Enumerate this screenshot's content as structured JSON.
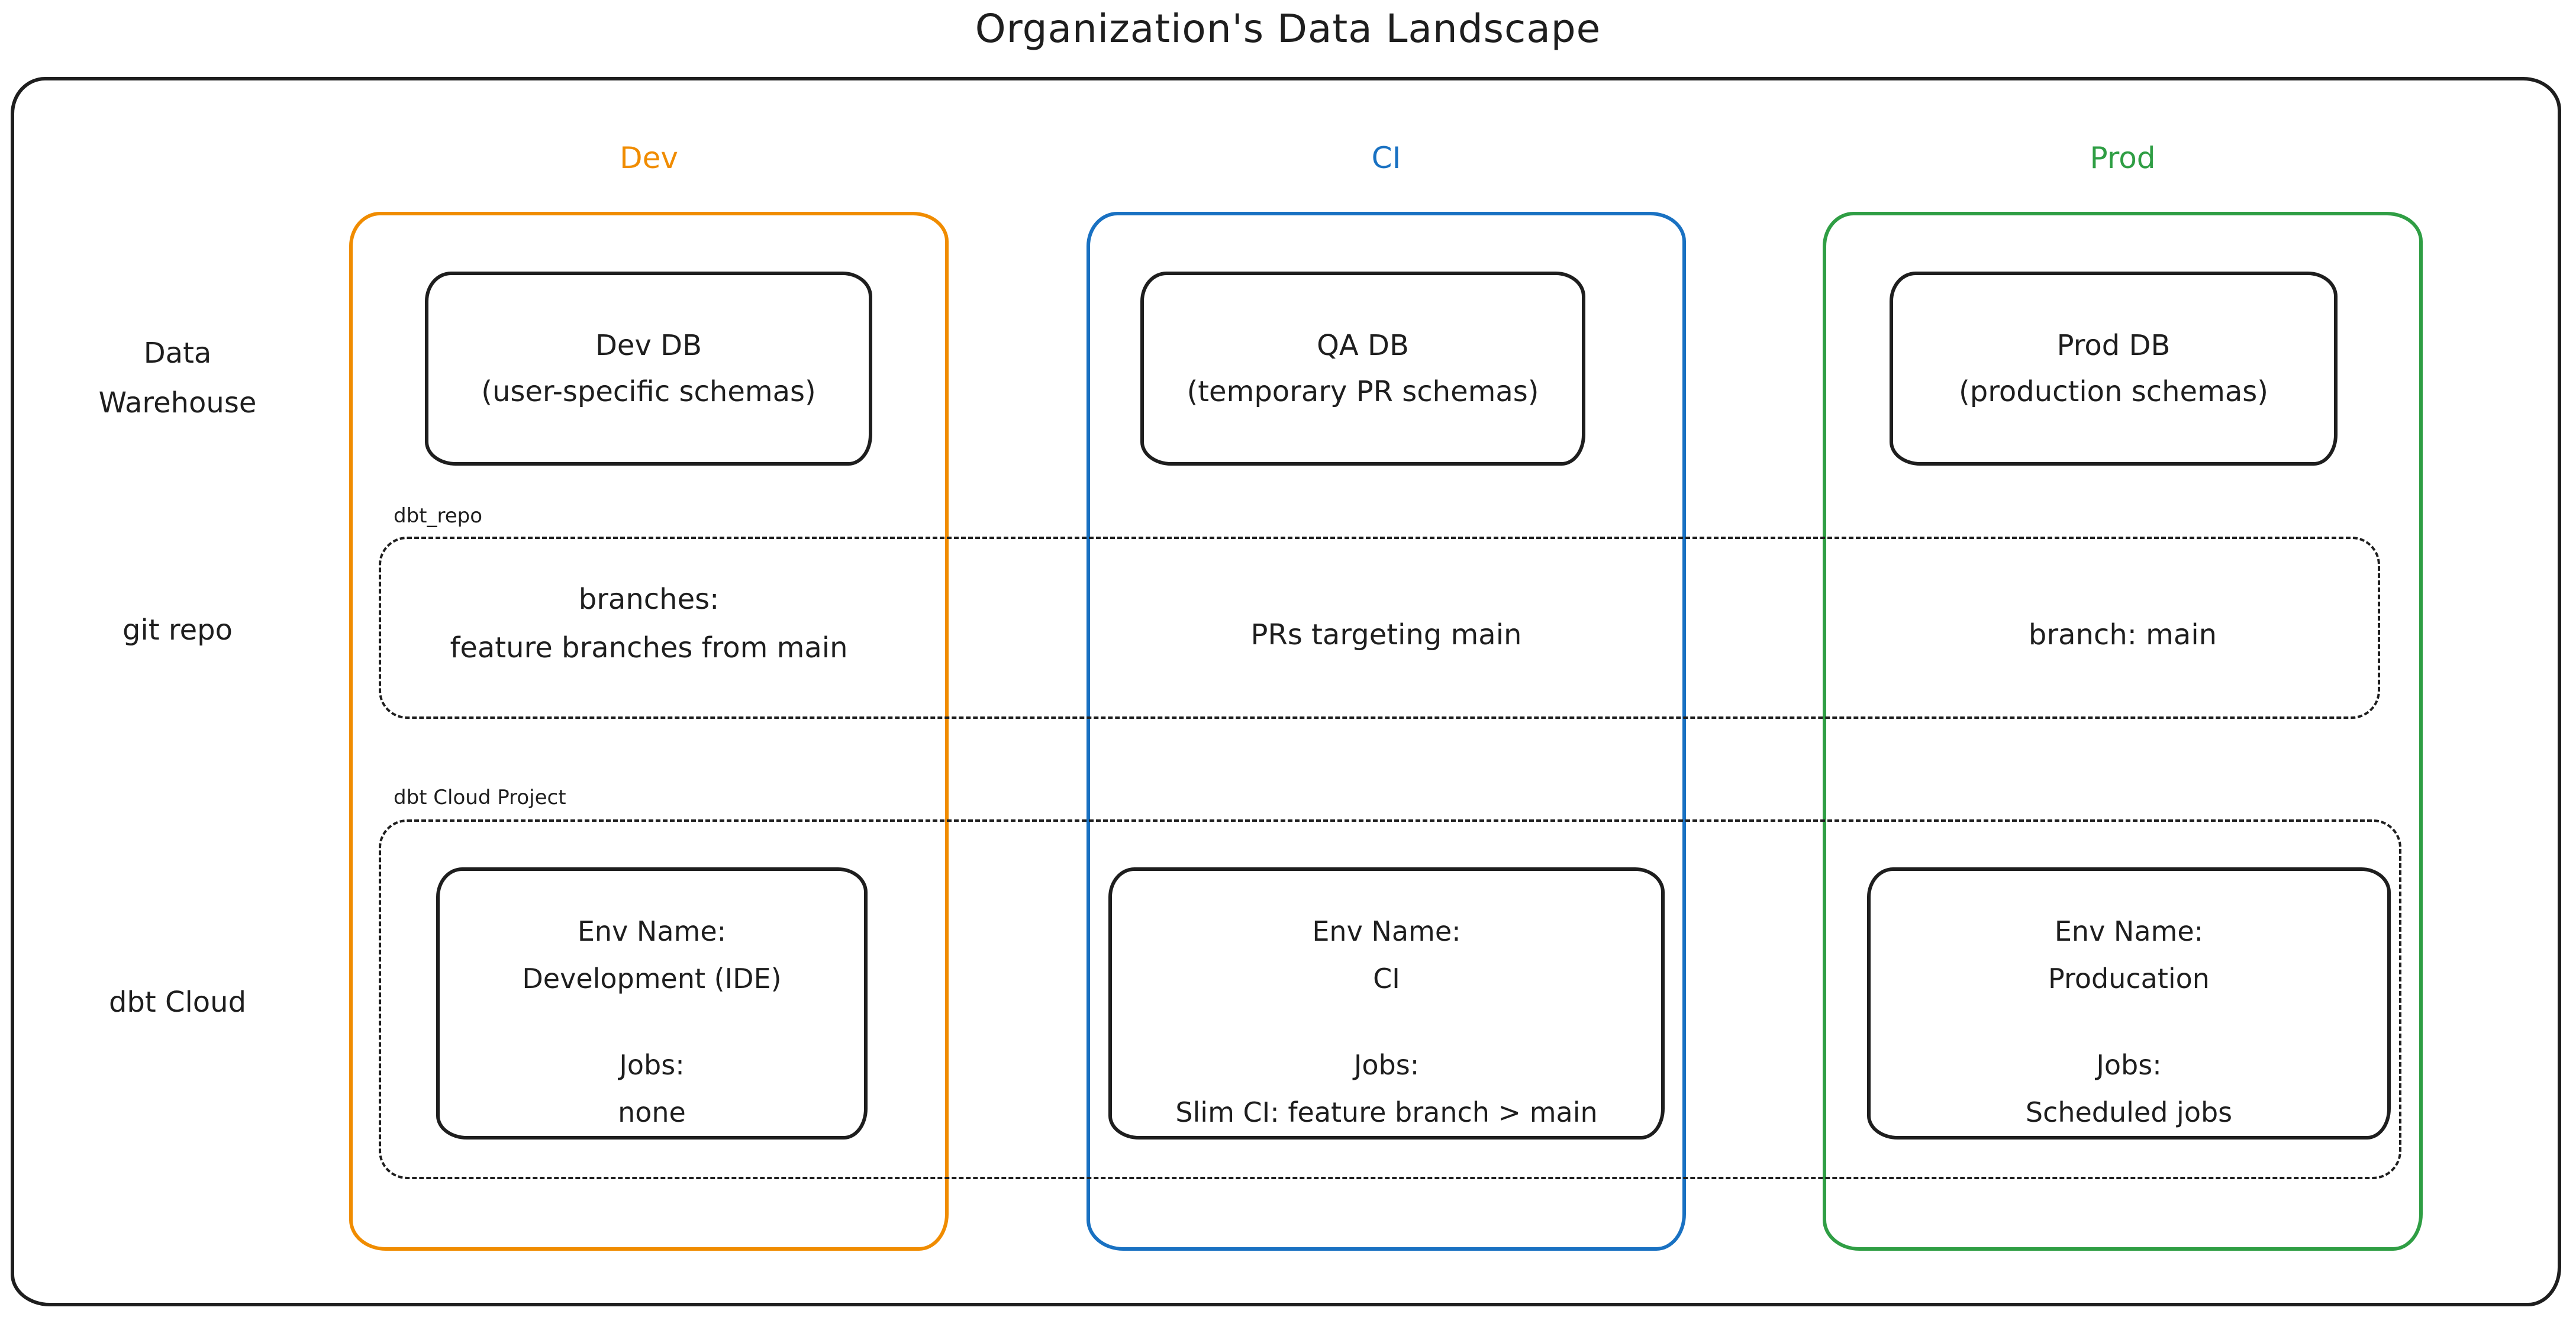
{
  "title": "Organization's Data Landscape",
  "colors": {
    "stroke": "#1e1e1e",
    "dev": "#f08c00",
    "ci": "#1971c2",
    "prod": "#2f9e44"
  },
  "columns": {
    "dev": {
      "label": "Dev"
    },
    "ci": {
      "label": "CI"
    },
    "prod": {
      "label": "Prod"
    }
  },
  "rows": {
    "warehouse": {
      "line1": "Data",
      "line2": "Warehouse"
    },
    "git": {
      "label": "git repo"
    },
    "dbt": {
      "label": "dbt Cloud"
    }
  },
  "warehouse": {
    "dev": {
      "title": "Dev DB",
      "subtitle": "(user-specific schemas)"
    },
    "ci": {
      "title": "QA DB",
      "subtitle": "(temporary PR schemas)"
    },
    "prod": {
      "title": "Prod DB",
      "subtitle": "(production schemas)"
    }
  },
  "git_repo": {
    "group_label": "dbt_repo",
    "dev": {
      "line1": "branches:",
      "line2": "feature branches from main"
    },
    "ci": {
      "text": "PRs targeting main"
    },
    "prod": {
      "text": "branch: main"
    }
  },
  "dbt_cloud": {
    "group_label": "dbt Cloud Project",
    "dev": {
      "env_label": "Env Name:",
      "env_name": "Development (IDE)",
      "jobs_label": "Jobs:",
      "jobs": "none"
    },
    "ci": {
      "env_label": "Env Name:",
      "env_name": "CI",
      "jobs_label": "Jobs:",
      "jobs": "Slim CI: feature branch > main"
    },
    "prod": {
      "env_label": "Env Name:",
      "env_name": "Producation",
      "jobs_label": "Jobs:",
      "jobs": "Scheduled jobs"
    }
  }
}
